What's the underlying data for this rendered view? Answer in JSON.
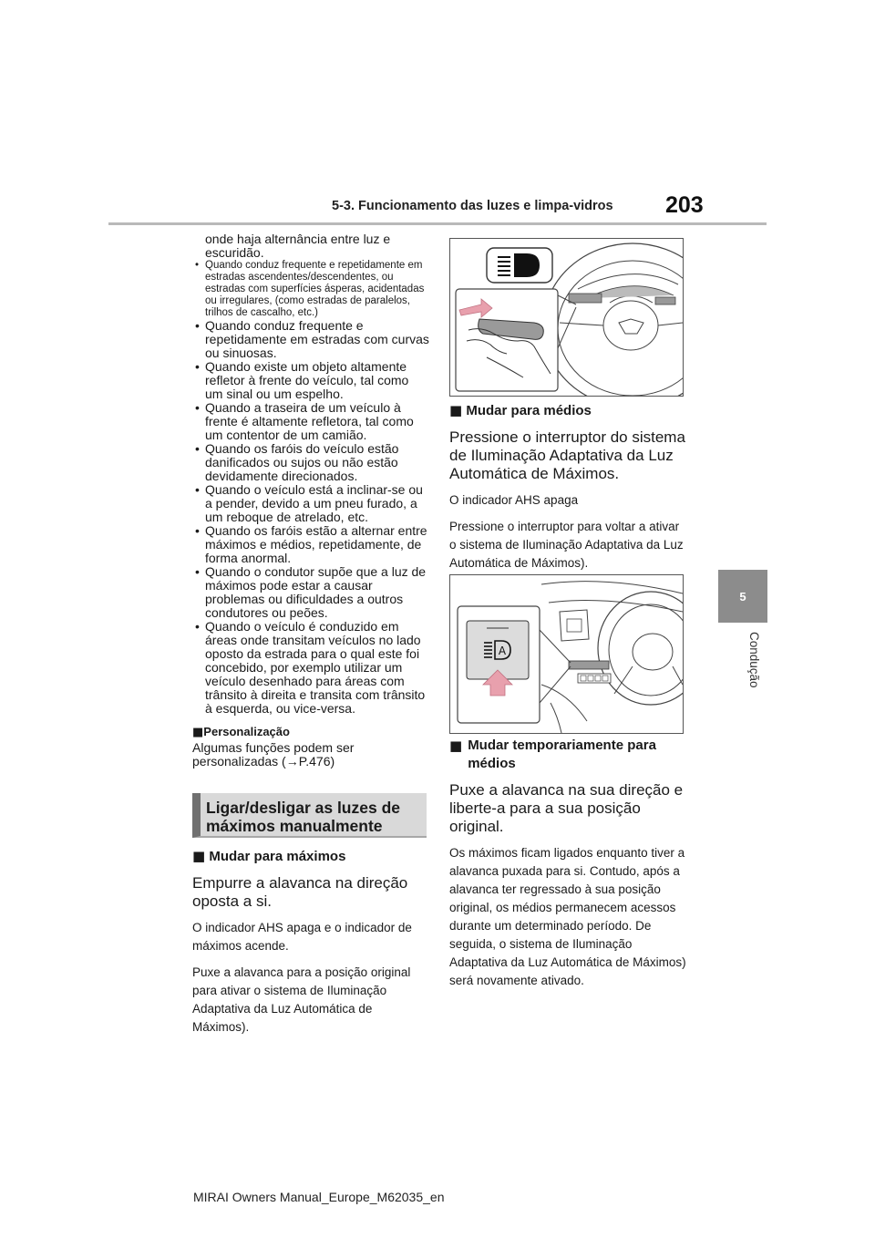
{
  "header": {
    "section_title": "5-3. Funcionamento das luzes e limpa-vidros",
    "page_number": "203"
  },
  "side_tab": {
    "chapter_number": "5",
    "chapter_label": "Condução"
  },
  "left_column": {
    "continuation": "onde haja alternância entre luz e escuridão.",
    "small_bullets": [
      "Quando conduz frequente e repetidamente em estradas ascendentes/descendentes, ou estradas com superfícies ásperas, acidentadas ou irregulares, (como estradas de paralelos, trilhos de cascalho, etc.)"
    ],
    "bullets": [
      "Quando conduz frequente e repetidamente em estradas com curvas ou sinuosas.",
      "Quando existe um objeto altamente refletor à frente do veículo, tal como um sinal ou um espelho.",
      "Quando a traseira de um veículo à frente é altamente refletora, tal como um contentor de um camião.",
      "Quando os faróis do veículo estão danificados ou sujos ou não estão devidamente direcionados.",
      "Quando o veículo está a inclinar-se ou a pender, devido a um pneu furado, a um reboque de atrelado, etc.",
      "Quando os faróis estão a alternar entre máximos e médios, repetidamente, de forma anormal.",
      "Quando o condutor supõe que a luz de máximos pode estar a causar problemas ou dificuldades a outros condutores ou peões.",
      "Quando o veículo é conduzido em áreas onde transitam veículos no lado oposto da estrada para o qual este foi concebido, por exemplo utilizar um veículo desenhado para áreas com trânsito à direita e transita com trânsito à esquerda, ou vice-versa."
    ],
    "personalization": {
      "marker": "■",
      "heading": "Personalização",
      "text": "Algumas funções podem ser personalizadas (→P.476)"
    },
    "box_heading": "Ligar/desligar as luzes de máximos manualmente",
    "section_high": {
      "marker": "■",
      "heading": "Mudar para máximos",
      "instruction": "Empurre a alavanca na direção oposta a si.",
      "note1": "O indicador AHS apaga e o indicador de máximos acende.",
      "note2": "Puxe a alavanca para a posição original para ativar o sistema de Iluminação Adaptativa da Luz Automática de Máximos)."
    }
  },
  "right_column": {
    "section_low": {
      "marker": "■",
      "heading": "Mudar para médios",
      "instruction": "Pressione o interruptor do sistema de Iluminação Adaptativa da Luz Automática de Máximos.",
      "note1": "O indicador AHS apaga",
      "note2": "Pressione o interruptor para voltar a ativar o sistema de Iluminação Adaptativa da Luz Automática de Máximos)."
    },
    "section_temp": {
      "marker": "■",
      "heading": "Mudar temporariamente para médios",
      "instruction": "Puxe a alavanca na sua direção e liberte-a para a sua posição original.",
      "note1": "Os máximos ficam ligados enquanto tiver a alavanca puxada para si. Contudo, após a alavanca ter regressado à sua posição original, os médios permanecem acessos durante um determinado período. De seguida, o sistema de Iluminação Adaptativa da Luz Automática de Máximos) será novamente ativado."
    }
  },
  "figures": {
    "fig1_icon": "high-beam-indicator-icon",
    "fig2_icon": "ahs-switch-icon",
    "fig2_switch_label": "A"
  },
  "colors": {
    "arrow_pink": "#e8a0ad",
    "tab_gray": "#8c8c8c",
    "box_bg": "#d9d9d9",
    "box_bar": "#707070"
  },
  "footer": {
    "text": "MIRAI Owners Manual_Europe_M62035_en"
  }
}
